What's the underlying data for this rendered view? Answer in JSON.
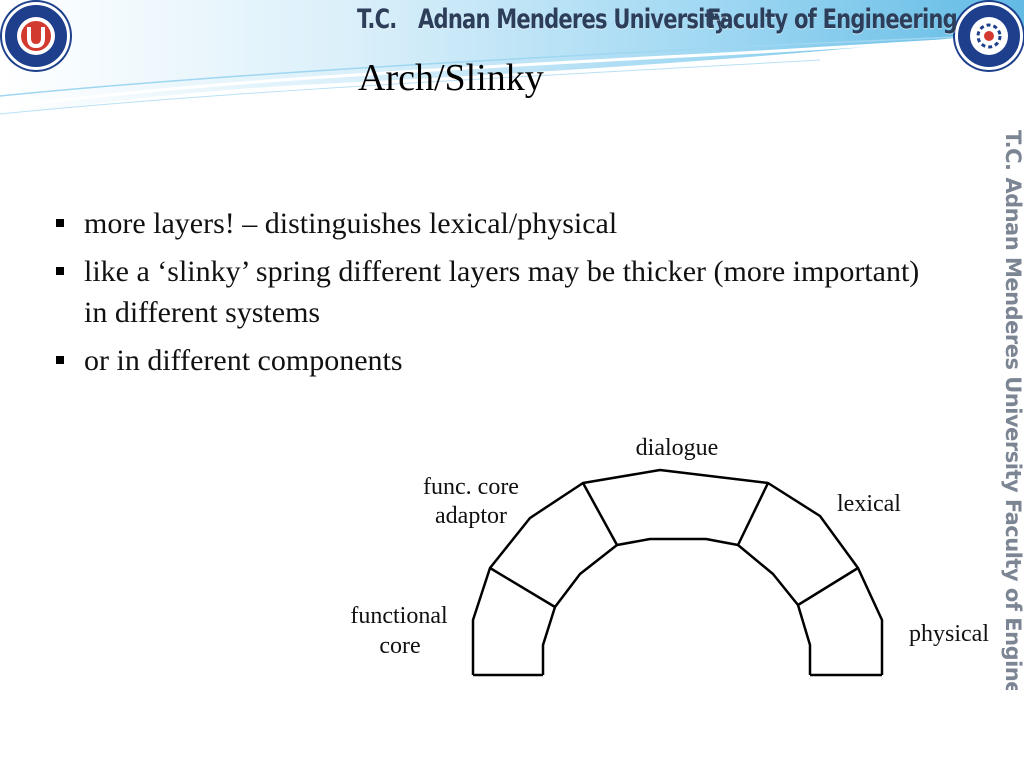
{
  "header": {
    "tc": "T.C.",
    "university": "Adnan Menderes University",
    "faculty": "Faculty of Engineering",
    "side_text": "T.C.   Adnan Menderes University   Faculty of Engineering",
    "colors": {
      "banner_light": "#d8eefb",
      "banner_mid": "#8fd0ef",
      "banner_dark": "#35a8dc",
      "logo_blue": "#1d3f8c"
    },
    "logos": [
      "university-logo",
      "engineering-faculty-logo"
    ]
  },
  "slide": {
    "title": "Arch/Slinky",
    "bullets": [
      "more layers! – distinguishes lexical/physical",
      "like a ‘slinky’ spring different layers may be thicker (more important) in different systems",
      "or in different components"
    ]
  },
  "diagram": {
    "labels": {
      "dialogue": "dialogue",
      "func_core_adaptor_1": "func. core",
      "func_core_adaptor_2": "adaptor",
      "lexical": "lexical",
      "functional_core_1": "functional",
      "functional_core_2": "core",
      "physical": "physical"
    }
  }
}
